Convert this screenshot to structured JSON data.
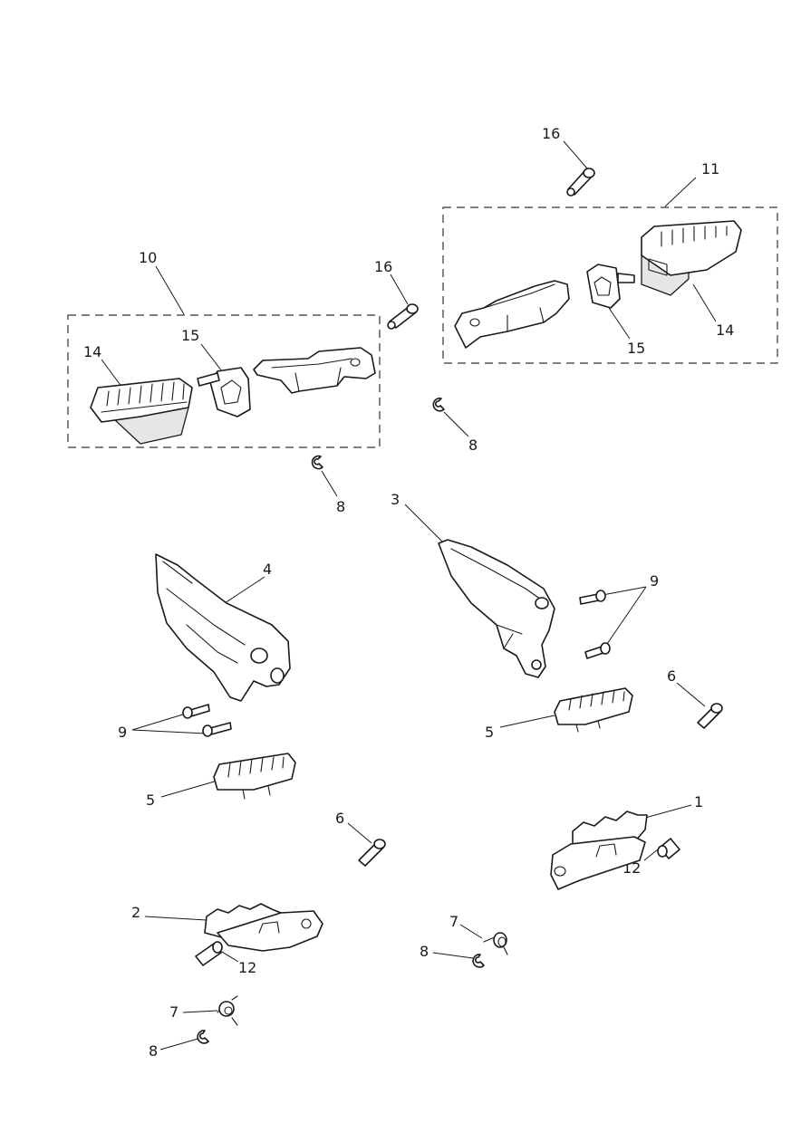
{
  "callouts": [
    {
      "id": "c16a",
      "label": "16"
    },
    {
      "id": "c11",
      "label": "11"
    },
    {
      "id": "c10",
      "label": "10"
    },
    {
      "id": "c16b",
      "label": "16"
    },
    {
      "id": "c14a",
      "label": "14"
    },
    {
      "id": "c15a",
      "label": "15"
    },
    {
      "id": "c15b",
      "label": "15"
    },
    {
      "id": "c14b",
      "label": "14"
    },
    {
      "id": "c8a",
      "label": "8"
    },
    {
      "id": "c8b",
      "label": "8"
    },
    {
      "id": "c3",
      "label": "3"
    },
    {
      "id": "c4",
      "label": "4"
    },
    {
      "id": "c9a",
      "label": "9"
    },
    {
      "id": "c9b",
      "label": "9"
    },
    {
      "id": "c6a",
      "label": "6"
    },
    {
      "id": "c5a",
      "label": "5"
    },
    {
      "id": "c5b",
      "label": "5"
    },
    {
      "id": "c6b",
      "label": "6"
    },
    {
      "id": "c1",
      "label": "1"
    },
    {
      "id": "c12a",
      "label": "12"
    },
    {
      "id": "c2",
      "label": "2"
    },
    {
      "id": "c12b",
      "label": "12"
    },
    {
      "id": "c7a",
      "label": "7"
    },
    {
      "id": "c8c",
      "label": "8"
    },
    {
      "id": "c7b",
      "label": "7"
    },
    {
      "id": "c8d",
      "label": "8"
    }
  ]
}
